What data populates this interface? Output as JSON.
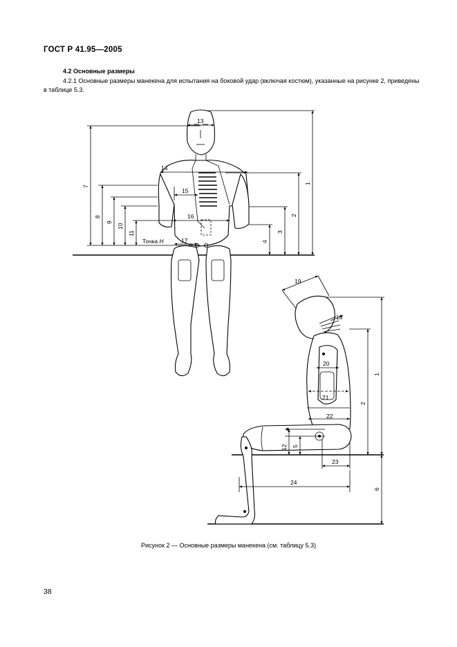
{
  "header": {
    "standard": "ГОСТ Р 41.95—2005"
  },
  "section": {
    "title": "4.2 Основные размеры",
    "paragraph": "4.2.1 Основные размеры манекена для испытания на боковой удар (включая костюм), указанные на рисунке 2, приведены в таблице 5.3."
  },
  "figure": {
    "front_view": {
      "dimension_labels": {
        "d1": "1",
        "d2": "2",
        "d3": "3",
        "d4": "4",
        "d7": "7",
        "d8": "8",
        "d9": "9",
        "d10": "10",
        "d11": "11",
        "d13": "13",
        "d14": "14",
        "d15": "15",
        "d16": "16",
        "d17": "17"
      },
      "point_label_prefix": "Точка",
      "point_label_letter": "H"
    },
    "side_view": {
      "dimension_labels": {
        "d1": "1",
        "d2": "2",
        "d5": "5",
        "d6": "6",
        "d12": "12",
        "d18": "18",
        "d19": "19",
        "d20": "20",
        "d21": "21",
        "d22": "22",
        "d23": "23",
        "d24": "24"
      }
    },
    "caption": "Рисунок 2 — Основные размеры манекена (см. таблицу 5.3)"
  },
  "page_number": "38"
}
